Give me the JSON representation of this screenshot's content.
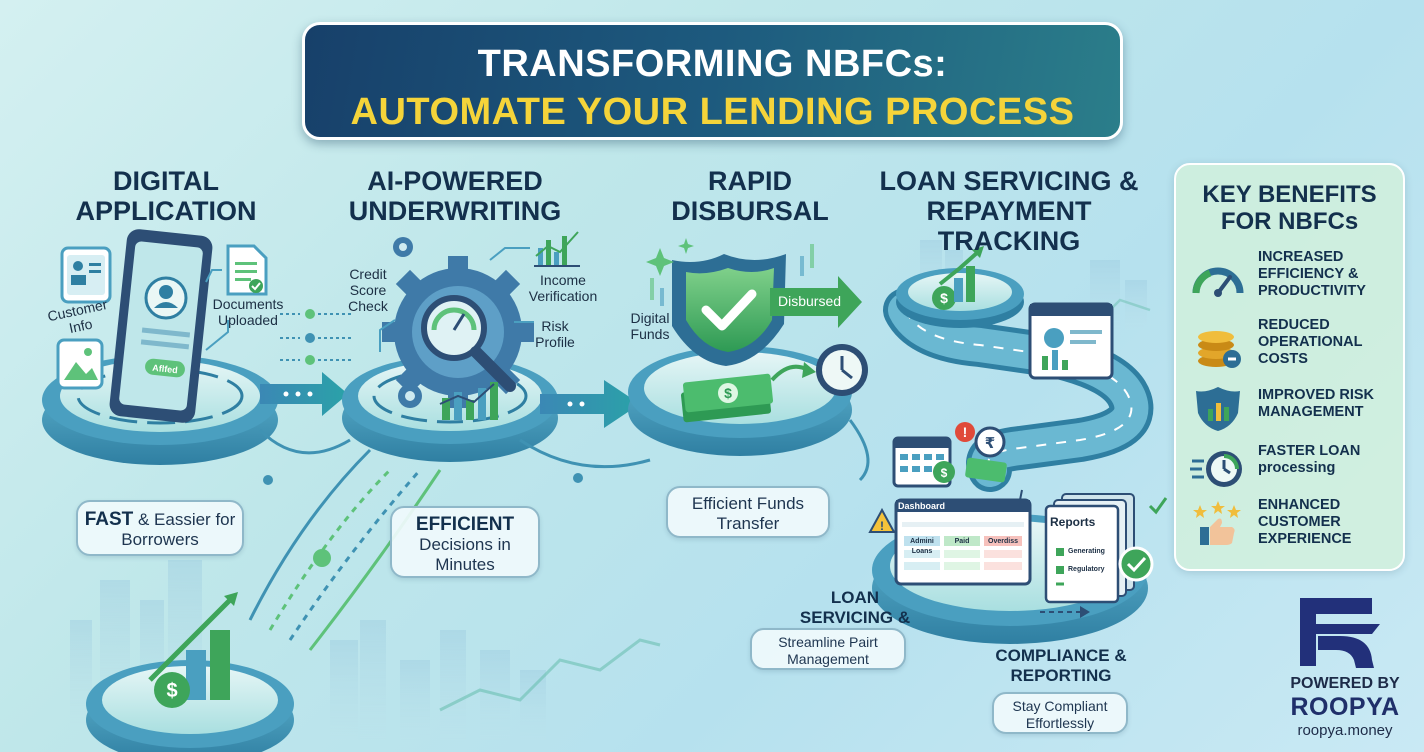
{
  "title": {
    "line1": "TRANSFORMING NBFCs:",
    "line2": "AUTOMATE YOUR LENDING PROCESS"
  },
  "stages": [
    {
      "heading": "DIGITAL APPLICATION",
      "labels": {
        "customer": "Customer Info",
        "documents": "Documents Uploaded",
        "phone_button": "Aflfed"
      },
      "caption": {
        "strong": "FAST",
        "rest": " & Eassier for Borrowers"
      }
    },
    {
      "heading": "AI-POWERED UNDERWRITING",
      "labels": {
        "credit": "Credit Score Check",
        "income": "Income Verification",
        "risk": "Risk Profile"
      },
      "caption": {
        "strong": "EFFICIENT",
        "rest": "Decisions in Minutes"
      }
    },
    {
      "heading": "RAPID DISBURSAL",
      "labels": {
        "funds": "Digital Funds",
        "disbursed": "Disbursed"
      },
      "caption": {
        "text": "Efficient Funds Transfer"
      }
    },
    {
      "heading": "LOAN SERVICING & REPAYMENT TRACKING",
      "dashboard": {
        "title": "Dashboard",
        "col1": "Admini Loans",
        "col2": "Paid",
        "col3": "Overdiss"
      },
      "reports": {
        "title": "Reports",
        "line1": "Generating",
        "line2": "Regulatory"
      },
      "servicing": {
        "heading": "LOAN SERVICING &",
        "caption": "Streamline Pairt Management"
      },
      "compliance": {
        "heading": "COMPLIANCE & REPORTING",
        "caption": "Stay Compliant Effortlessly"
      }
    }
  ],
  "benefits": {
    "title": "KEY BENEFITS FOR NBFCs",
    "items": [
      {
        "icon": "gauge-icon",
        "text": "INCREASED EFFICIENCY & PRODUCTIVITY"
      },
      {
        "icon": "coins-icon",
        "text": "REDUCED OPERATIONAL COSTS"
      },
      {
        "icon": "shield-chart-icon",
        "text": "IMPROVED RISK MANAGEMENT"
      },
      {
        "icon": "fast-clock-icon",
        "text": "FASTER LOAN processing"
      },
      {
        "icon": "thumbs-up-stars-icon",
        "text": "ENHANCED CUSTOMER EXPERIENCE"
      }
    ]
  },
  "brand": {
    "powered_by": "POWERED BY",
    "name": "ROOPYA",
    "url": "roopya.money"
  },
  "colors": {
    "title_bg": "#1d5a7e",
    "title_accent": "#f5d43a",
    "platform": "#3f92b3",
    "green": "#3ea55a",
    "navy": "#13304d"
  }
}
